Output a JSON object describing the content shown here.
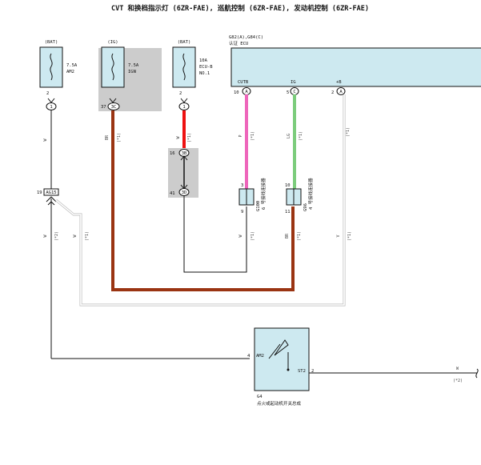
{
  "title": "CVT 和换档指示灯 (6ZR-FAE), 巡航控制 (6ZR-FAE), 发动机控制 (6ZR-FAE)",
  "fuses": [
    {
      "source": "(BAT)",
      "rating": "7.5A",
      "name": "AM2",
      "pin": "2",
      "conn": "1"
    },
    {
      "source": "(IG)",
      "rating": "7.5A",
      "name": "IGN",
      "pin": "37",
      "conn": "3C"
    },
    {
      "source": "(BAT)",
      "rating": "10A",
      "name": "ECU-B",
      "name2": "NO.1",
      "pin": "2",
      "conn": "1"
    }
  ],
  "ecu": {
    "ref": "G82(A),G84(C)",
    "name": "认证 ECU",
    "pins": [
      {
        "name": "CUTB",
        "num": "10",
        "conn": "A"
      },
      {
        "name": "IG",
        "num": "5",
        "conn": "C"
      },
      {
        "name": "+B",
        "num": "2",
        "conn": "A"
      }
    ]
  },
  "wires": {
    "w1": "W",
    "w1_ref": "(*1)",
    "w2": "BR",
    "w2_ref": "(*1)",
    "w3": "W",
    "w3_ref": "(*1)",
    "w4": "P",
    "w4_ref": "(*1)",
    "w5": "LG",
    "w5_ref": "(*1)",
    "w6": "V",
    "w6_ref": "(*1)",
    "w7": "W",
    "w7_ref": "(*1)",
    "w8": "W",
    "w8_ref": "(*1)",
    "w9": "W",
    "w9_ref": "(*1)",
    "w10": "BR",
    "w10_ref": "(*1)",
    "w11": "V",
    "w11_ref": "(*1)",
    "w12": "W",
    "w12_ref": "(*2)",
    "w13": "W",
    "w13_ref": "(*1)"
  },
  "joint": {
    "pin_top": "16",
    "conn_top": "3B",
    "pin_bot": "41",
    "conn_bot": "3D"
  },
  "splice": {
    "pin": "19",
    "id": "AG15"
  },
  "connectors": [
    {
      "id": "G100",
      "desc": "6 号接线连接器",
      "top": "3",
      "bot": "9"
    },
    {
      "id": "G96",
      "desc": "4 号接线连接器",
      "top": "10",
      "bot": "11"
    }
  ],
  "switch": {
    "id": "G4",
    "desc": "点火或起动机开关总成",
    "pin_in": "4",
    "name_in": "AM2",
    "pin_out": "2",
    "name_out": "ST2",
    "out_wire": "W",
    "out_ref": "(*2)"
  }
}
